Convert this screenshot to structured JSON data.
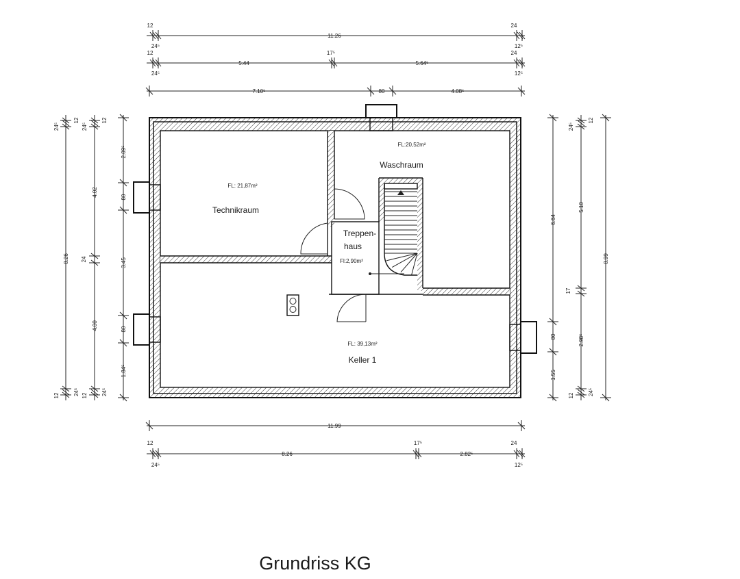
{
  "caption": "Grundriss KG",
  "rooms": {
    "technik": {
      "name": "Technikraum",
      "area": "FL: 21,87m²"
    },
    "wasch": {
      "name": "Waschraum",
      "area": "FL:20,52m²"
    },
    "treppe": {
      "name_line1": "Treppen-",
      "name_line2": "haus",
      "area": "Fl:2,90m²"
    },
    "keller": {
      "name": "Keller 1",
      "area": "FL: 39,13m²"
    }
  },
  "dims_top": {
    "row1": {
      "total": "11.26",
      "left_small": "12",
      "right_small": "24"
    },
    "row2": {
      "left": "5.44",
      "mid": "17⁵",
      "right": "5.64⁵",
      "left_a": "24⁵",
      "left_b": "12",
      "left_c": "24⁵",
      "right_a": "12⁵",
      "right_b": "24",
      "right_c": "12⁵"
    },
    "row3": {
      "left": "7.10⁵",
      "mid": "80",
      "right": "4.08⁵"
    }
  },
  "dims_bottom": {
    "total": "11.99",
    "left": "8.26",
    "right": "2.82⁵",
    "mid_small": "17⁵",
    "l_top": "12",
    "l_bottom": "24⁵",
    "r_top": "24",
    "r_bottom": "12⁵"
  },
  "dims_left": {
    "total": "8.26",
    "col2_a": "4.02",
    "col2_b": "4.00",
    "col2_mid": "24",
    "col3_a": "2.09⁵",
    "col3_b": "80",
    "col3_c": "3.45",
    "col3_d": "80",
    "col3_e": "1.84⁵",
    "top_a": "24⁵",
    "top_b": "12",
    "top_c": "24⁵",
    "top_d": "12",
    "bot_a": "12",
    "bot_b": "24⁵",
    "bot_c": "12",
    "bot_d": "24⁵"
  },
  "dims_right": {
    "total": "8.99",
    "col2_a": "5.10",
    "col2_b": "2.98⁵",
    "col2_mid": "17",
    "col3_a": "6.64",
    "col3_b": "80",
    "col3_c": "1.55",
    "top_a": "24⁵",
    "top_b": "12",
    "bot_a": "12",
    "bot_b": "24⁵"
  }
}
